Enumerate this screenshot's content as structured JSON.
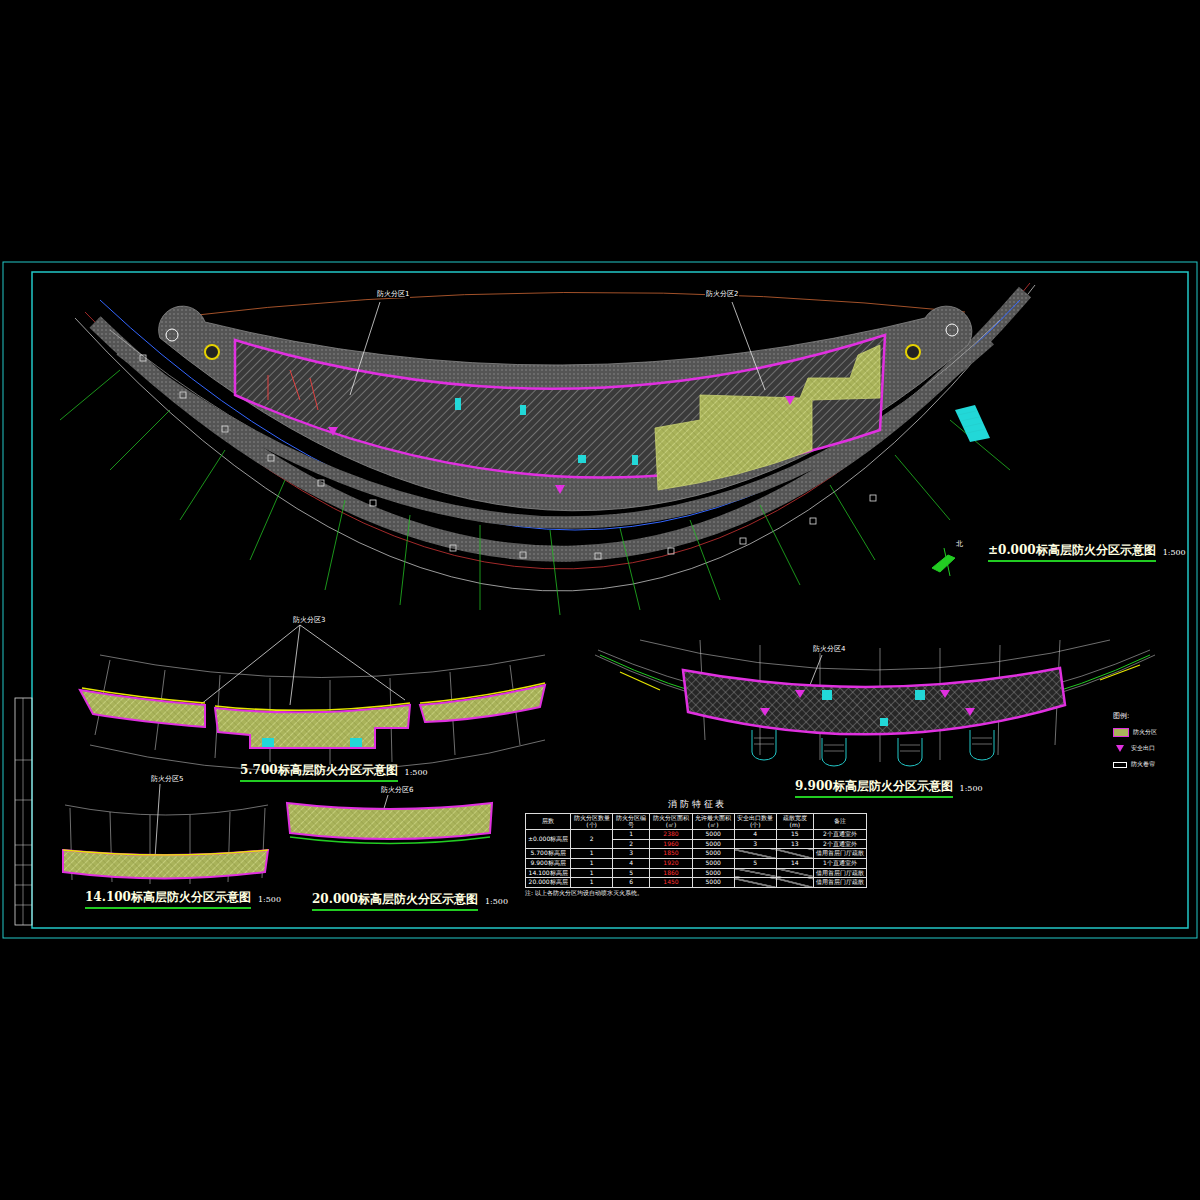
{
  "diagram": {
    "labels": [
      "防火分区1",
      "防火分区2",
      "±0.000标高层防火分区示意图",
      "1:500",
      "北",
      "防火分区3",
      "5.700标高层防火分区示意图",
      "1:500",
      "防火分区4",
      "9.900标高层防火分区示意图",
      "1:500",
      "防火分区5",
      "14.100标高层防火分区示意图",
      "1:500",
      "防火分区6",
      "20.000标高层防火分区示意图",
      "1:500",
      "图例:",
      "消 防 特 征 表",
      "层数",
      "防火分区数量(个)",
      "防火分区编号",
      "防火分区面积(㎡)",
      "允许最大面积(㎡)",
      "安全出口数量(个)",
      "疏散宽度(m)",
      "备注",
      "±0.000标高层",
      "2",
      "1",
      "2380",
      "5000",
      "4",
      "15",
      "2个直通室外",
      "2",
      "1960",
      "5000",
      "3",
      "13",
      "2个直通室外",
      "5.700标高层",
      "1",
      "3",
      "1850",
      "5000",
      "借用首层门厅疏散",
      "9.900标高层",
      "1",
      "4",
      "1920",
      "5000",
      "5",
      "14",
      "1个直通室外",
      "14.100标高层",
      "1",
      "5",
      "1860",
      "5000",
      "借用首层门厅疏散",
      "20.000标高层",
      "1",
      "6",
      "1450",
      "5000",
      "借用首层门厅疏散",
      "注: 以上各防火分区均设自动喷水灭火系统。"
    ],
    "legend": [
      {
        "text": "防火分区",
        "color": "#a9b35a"
      },
      {
        "text": "安全出口"
      },
      {
        "text": "防火卷帘"
      }
    ]
  }
}
